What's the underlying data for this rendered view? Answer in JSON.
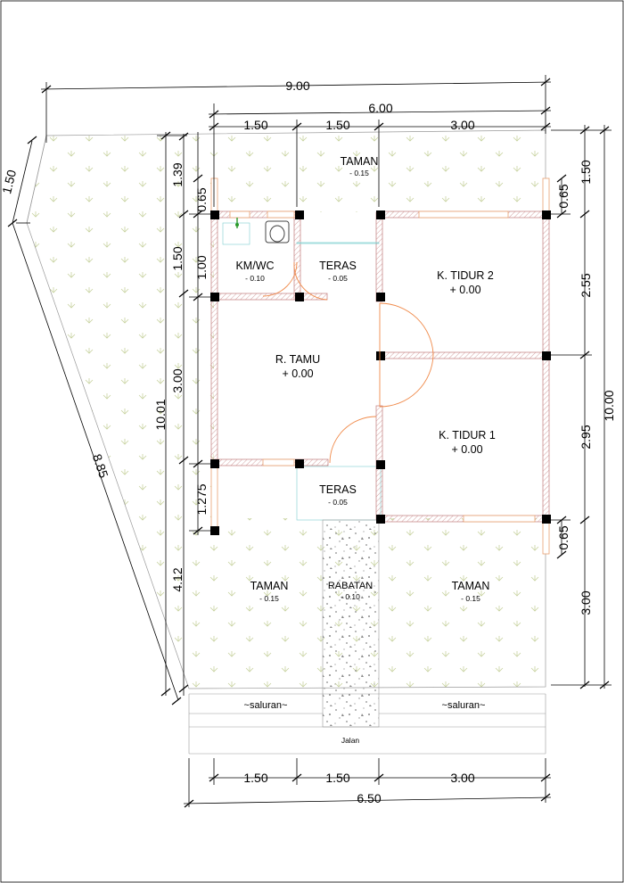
{
  "labels": {
    "taman_top": "TAMAN",
    "taman_top_lvl": "- 0.15",
    "kmwc": "KM/WC",
    "kmwc_lvl": "- 0.10",
    "teras_top": "TERAS",
    "teras_top_lvl": "- 0.05",
    "ktidur2": "K. TIDUR 2",
    "ktidur2_lvl": "+ 0.00",
    "rtamu": "R. TAMU",
    "rtamu_lvl": "+ 0.00",
    "ktidur1": "K. TIDUR 1",
    "ktidur1_lvl": "+ 0.00",
    "teras_bot": "TERAS",
    "teras_bot_lvl": "- 0.05",
    "taman_left": "TAMAN",
    "taman_left_lvl": "- 0.15",
    "rabatan": "RABATAN",
    "rabatan_lvl": "- 0.10",
    "taman_right": "TAMAN",
    "taman_right_lvl": "- 0.15",
    "saluran_left": "~saluran~",
    "saluran_right": "~saluran~",
    "jalan": "Jalan"
  },
  "dims": {
    "top_total": "9.00",
    "top_house": "6.00",
    "top_1": "1.50",
    "top_2": "1.50",
    "top_3": "3.00",
    "bottom_1": "1.50",
    "bottom_2": "1.50",
    "bottom_3": "3.00",
    "bottom_total": "6.50",
    "left_1_39": "1.39",
    "left_0_65": "0.65",
    "left_1_50": "1.50",
    "left_1_00": "1.00",
    "left_3_00": "3.00",
    "left_10_01": "10.01",
    "left_1_275": "1.275",
    "left_4_12": "4.12",
    "diag_1_50": "1.50",
    "diag_8_85": "8.85",
    "right_0_65_top": "0.65",
    "right_1_50": "1.50",
    "right_2_55": "2.55",
    "right_10_00": "10.00",
    "right_2_95": "2.95",
    "right_0_65_bot": "0.65",
    "right_3_00": "3.00"
  },
  "colors": {
    "wall_hatch": "#c88a8a",
    "door_arc": "#f08a4a",
    "plant_symbol": "#c8d2a0"
  }
}
